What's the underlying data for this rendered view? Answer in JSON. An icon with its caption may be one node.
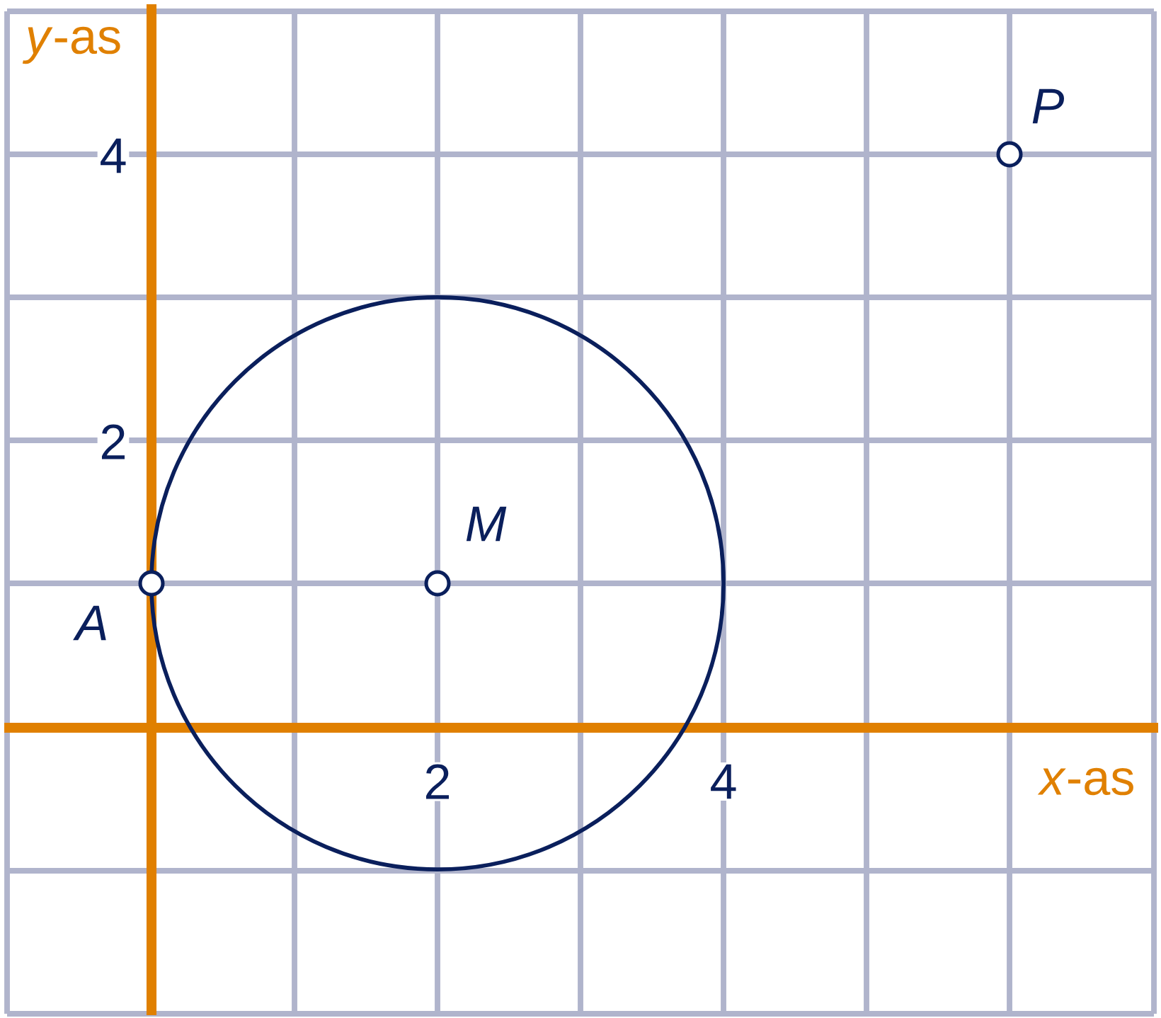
{
  "diagram": {
    "nodes": [
      {
        "text": [],
        "shape": "circle",
        "beside": [
          "A"
        ]
      },
      {
        "text": [],
        "shape": "circle",
        "beside": [
          "M"
        ]
      },
      {
        "text": [],
        "shape": "circle",
        "beside": [
          "P"
        ]
      }
    ],
    "labels": [
      "*y*-as",
      "4",
      "2",
      "2",
      "4",
      "*x*-as"
    ]
  }
}
